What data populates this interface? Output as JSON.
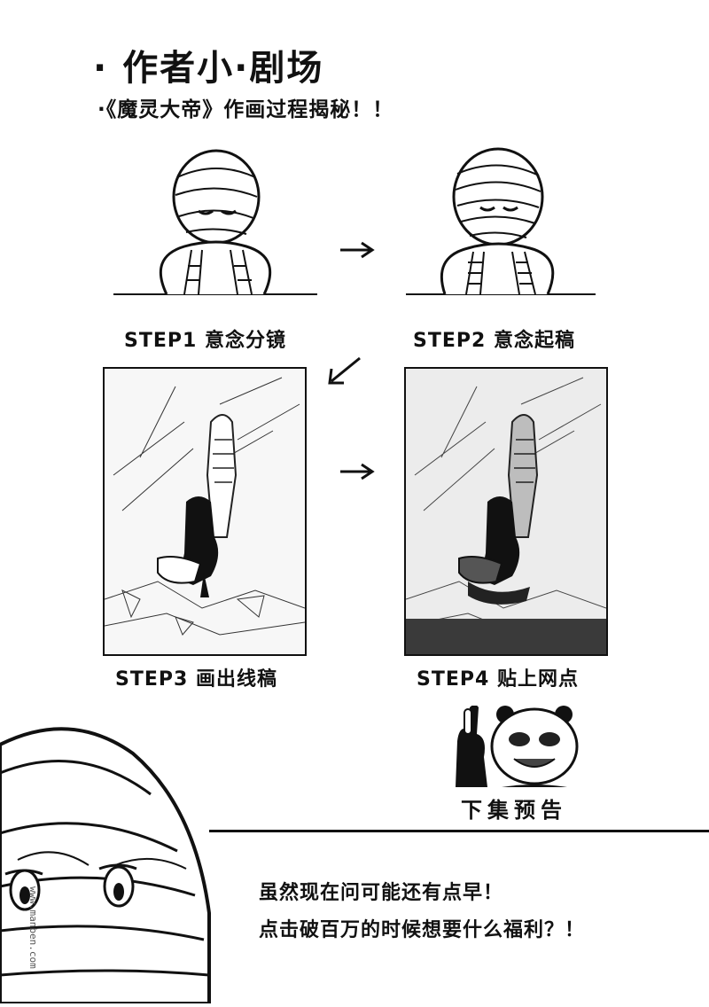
{
  "header": {
    "title": "· 作者小·剧场",
    "subtitle": "·《魔灵大帝》作画过程揭秘！！"
  },
  "steps": [
    {
      "label": "STEP1 意念分镜"
    },
    {
      "label": "STEP2 意念起稿"
    },
    {
      "label": "STEP3 画出线稿"
    },
    {
      "label": "STEP4 贴上网点"
    }
  ],
  "next_preview": {
    "label": "下集预告"
  },
  "bottom": {
    "line1": "虽然现在问可能还有点早！",
    "line2": "点击破百万的时候想要什么福利？！"
  },
  "watermark": {
    "text": "www.manben.com"
  }
}
